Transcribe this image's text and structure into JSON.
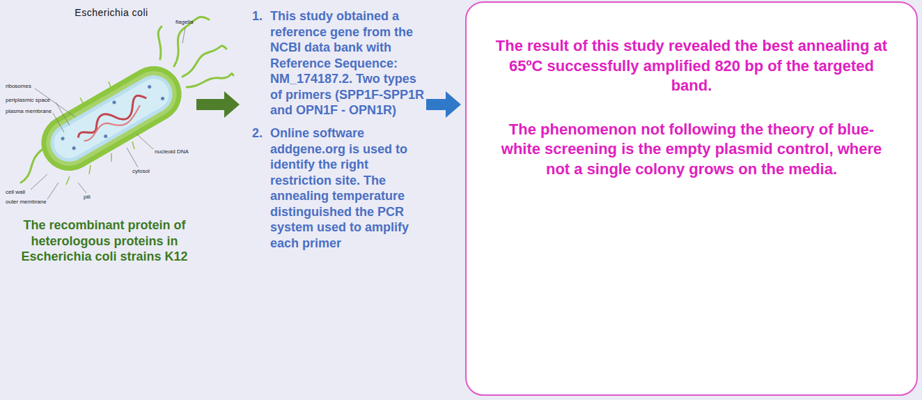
{
  "diagram": {
    "nodes": [
      {
        "text": [
          "The result of this study revealed the best annealing at 65ºC successfully amplified 820 bp of the targeted band.",
          "The phenomenon not following the theory of blue-white screening is the empty plasmid control, where not a single colony grows on the media."
        ]
      }
    ],
    "labels": [
      "Escherichia coli",
      "flagella",
      "ribosomes",
      "periplasmic space",
      "plasma membrane",
      "cell wall",
      "outer membrane",
      "nucleoid DNA",
      "cytosol",
      "pili",
      "The recombinant protein of heterologous proteins in Escherichia coli strains K12",
      "1.",
      "This study obtained a reference gene from the NCBI data bank with Reference Sequence: NM_174187.2. Two types of primers (SPP1F-SPP1R and OPN1F - OPN1R)",
      "2.",
      "Online software addgene.org is used to identify the right restriction site. The annealing temperature distinguished the PCR system used to amplify each primer"
    ]
  }
}
